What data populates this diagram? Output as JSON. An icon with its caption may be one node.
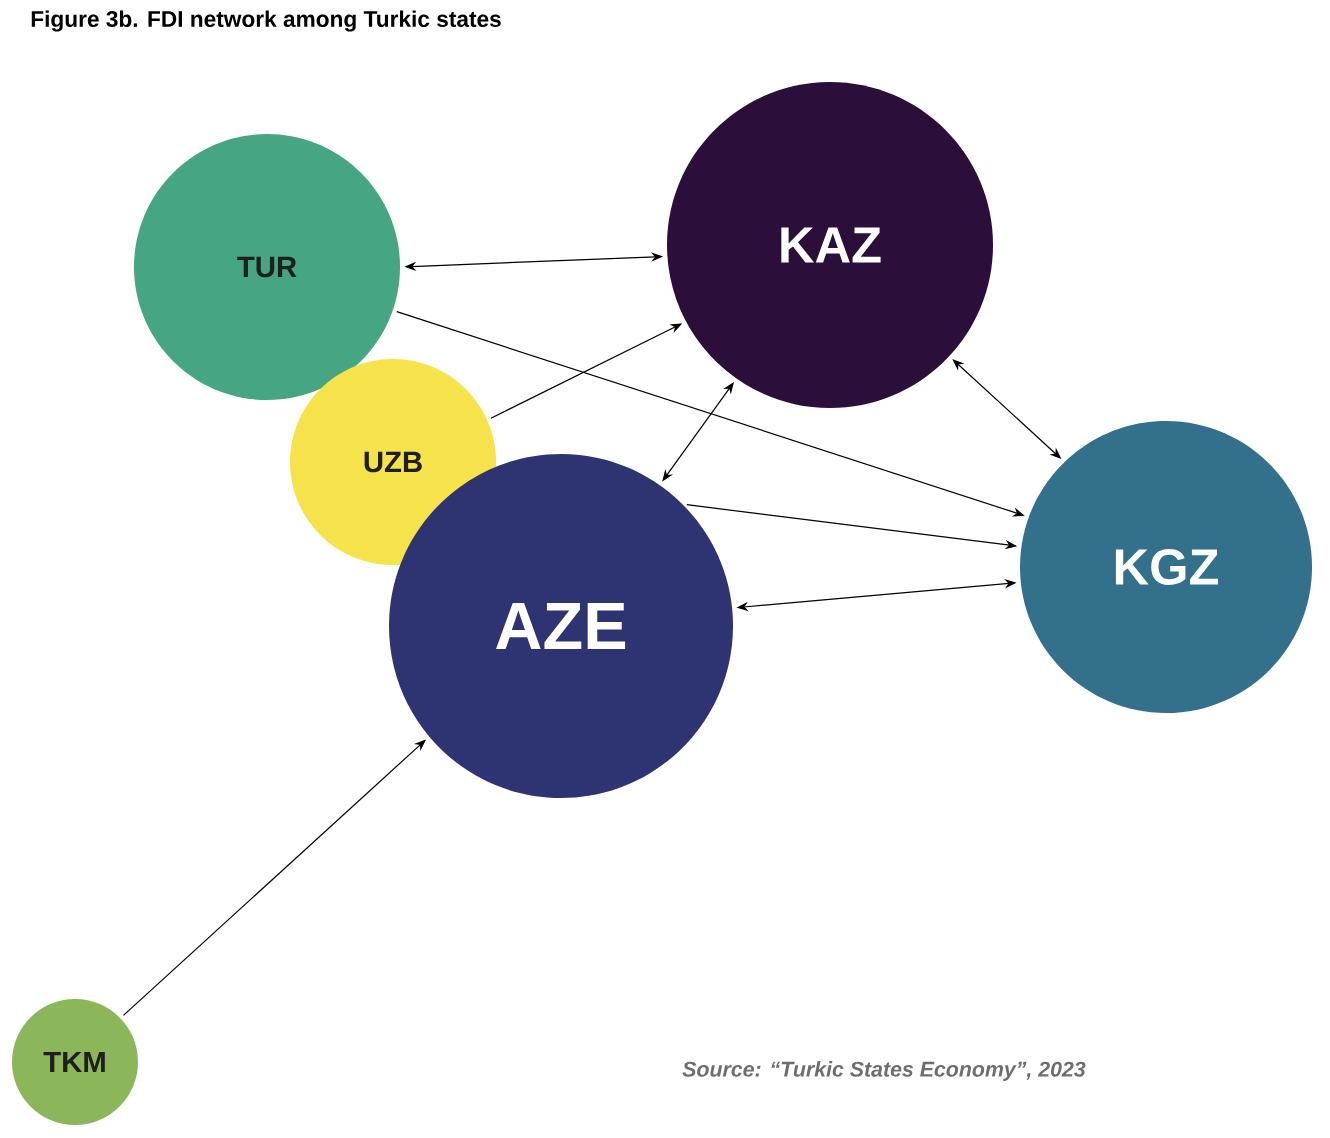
{
  "diagram": {
    "title": "Figure 3b. FDI network among Turkic states",
    "caption": "Source: “Turkic States Economy”, 2023",
    "nodes": [
      {
        "text": [
          "TUR"
        ]
      },
      {
        "text": [
          "KAZ"
        ]
      },
      {
        "text": [
          "UZB"
        ]
      },
      {
        "text": [
          "AZE"
        ]
      },
      {
        "text": [
          "KGZ"
        ]
      },
      {
        "text": [
          "TKM"
        ]
      }
    ],
    "edges": [
      {
        "from": 0,
        "to": 1,
        "arrow": "both"
      },
      {
        "from": 0,
        "to": 4,
        "arrow": "to"
      },
      {
        "from": 2,
        "to": 1,
        "arrow": "to"
      },
      {
        "from": 1,
        "to": 3,
        "arrow": "both"
      },
      {
        "from": 1,
        "to": 4,
        "arrow": "both"
      },
      {
        "from": 3,
        "to": 4,
        "arrow": "to"
      },
      {
        "from": 3,
        "to": 4,
        "arrow": "both"
      },
      {
        "from": 5,
        "to": 3,
        "arrow": "to"
      }
    ]
  }
}
